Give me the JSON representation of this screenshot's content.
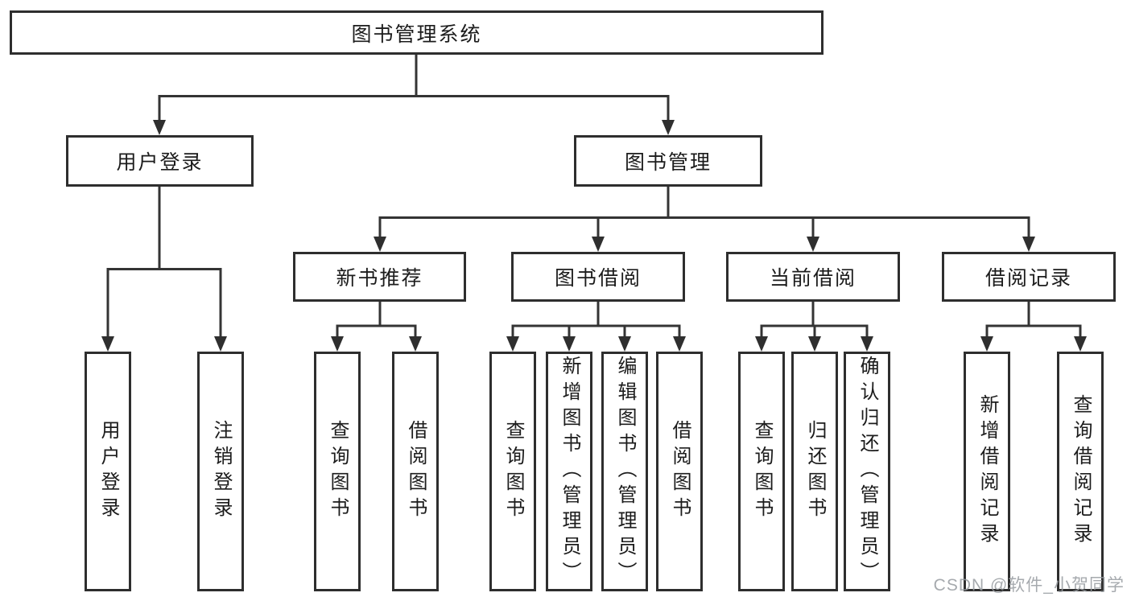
{
  "diagram": {
    "root_label": "图书管理系统",
    "level2": [
      {
        "label": "用户登录",
        "children": [
          "用户登录",
          "注销登录"
        ]
      },
      {
        "label": "图书管理"
      }
    ],
    "modules": [
      {
        "label": "新书推荐",
        "children": [
          "查询图书",
          "借阅图书"
        ]
      },
      {
        "label": "图书借阅",
        "children": [
          "查询图书",
          "新增图书（管理员）",
          "编辑图书（管理员）",
          "借阅图书"
        ]
      },
      {
        "label": "当前借阅",
        "children": [
          "查询图书",
          "归还图书",
          "确认归还（管理员）"
        ]
      },
      {
        "label": "借阅记录",
        "children": [
          "新增借阅记录",
          "查询借阅记录"
        ]
      }
    ]
  },
  "colors": {
    "line": "#343434",
    "box_border": "#2e2e2e",
    "text": "#1c1c1c",
    "watermark": "#969ba0"
  },
  "watermark": {
    "text": "CSDN @软件_小贺同学"
  }
}
